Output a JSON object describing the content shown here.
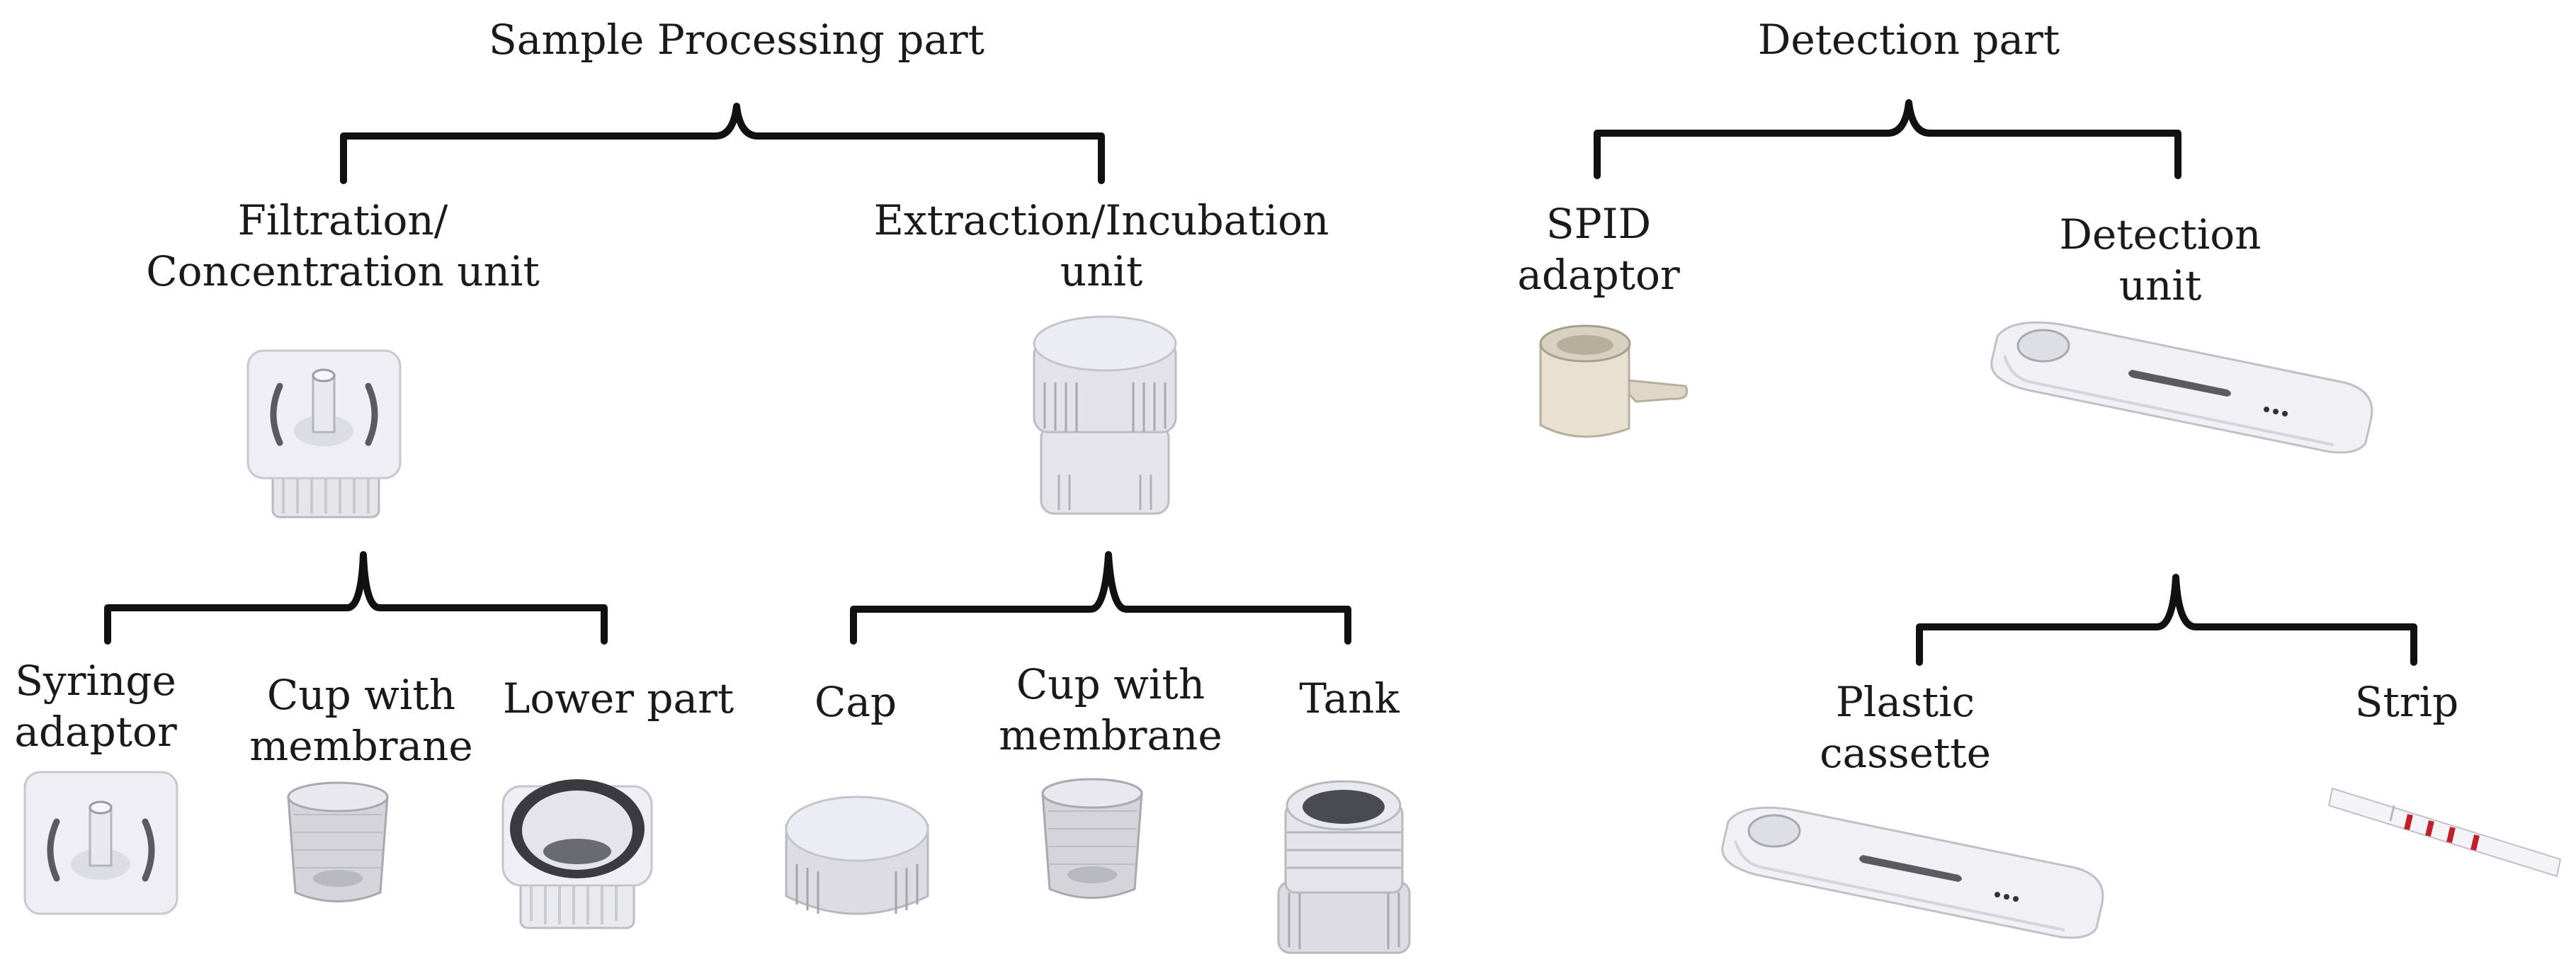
{
  "sample_processing": {
    "title": "Sample Processing part",
    "filtration_unit": {
      "line1": "Filtration/",
      "line2": "Concentration unit"
    },
    "extraction_unit": {
      "line1": "Extraction/Incubation",
      "line2": "unit"
    },
    "filtration_parts": {
      "syringe": {
        "line1": "Syringe",
        "line2": "adaptor"
      },
      "cup": {
        "line1": "Cup with",
        "line2": "membrane"
      },
      "lower": {
        "line1": "Lower part"
      }
    },
    "extraction_parts": {
      "cap": {
        "line1": "Cap"
      },
      "cup": {
        "line1": "Cup with",
        "line2": "membrane"
      },
      "tank": {
        "line1": "Tank"
      }
    }
  },
  "detection": {
    "title": "Detection part",
    "spid": {
      "line1": "SPID",
      "line2": "adaptor"
    },
    "detection_unit": {
      "line1": "Detection",
      "line2": "unit"
    },
    "cassette": {
      "line1": "Plastic",
      "line2": "cassette"
    },
    "strip": {
      "line1": "Strip"
    }
  },
  "colors": {
    "bracket": "#111111",
    "part_light": "#eeeef4",
    "part_shadow": "#8a8a90",
    "strip_lines": "#c0202a"
  },
  "icons": [
    "filtration-unit-icon",
    "extraction-unit-icon",
    "syringe-adaptor-icon",
    "cup-membrane-icon",
    "lower-part-icon",
    "cap-icon",
    "tank-icon",
    "spid-adaptor-icon",
    "detection-unit-icon",
    "plastic-cassette-icon",
    "strip-icon"
  ]
}
